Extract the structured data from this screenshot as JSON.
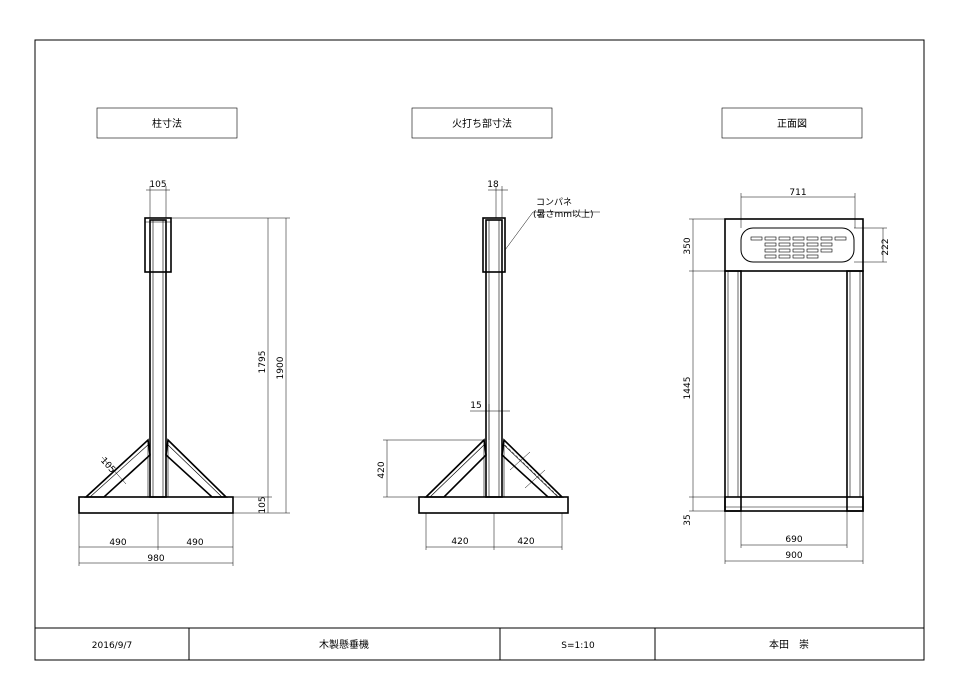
{
  "titles": {
    "column": "柱寸法",
    "brace": "火打ち部寸法",
    "front": "正面図"
  },
  "column_view": {
    "dims": {
      "top_width": "105",
      "height_upper": "1795",
      "height_total": "1900",
      "base_height": "105",
      "brace": "105",
      "left_half": "490",
      "right_half": "490",
      "base_width": "980"
    }
  },
  "brace_view": {
    "dims": {
      "top": "18",
      "gap": "15",
      "height": "420",
      "left": "420",
      "right": "420"
    },
    "note": {
      "line1": "コンパネ",
      "line2": "(暑さmm以上)"
    }
  },
  "front_view": {
    "dims": {
      "top_width": "711",
      "sign_height": "350",
      "panel_height": "222",
      "column_height": "1445",
      "foot_height": "35",
      "inner_width": "690",
      "outer_width": "900"
    }
  },
  "title_block": {
    "date": "2016/9/7",
    "name": "木製懸垂機",
    "scale": "S=1:10",
    "author": "本田　崇"
  }
}
